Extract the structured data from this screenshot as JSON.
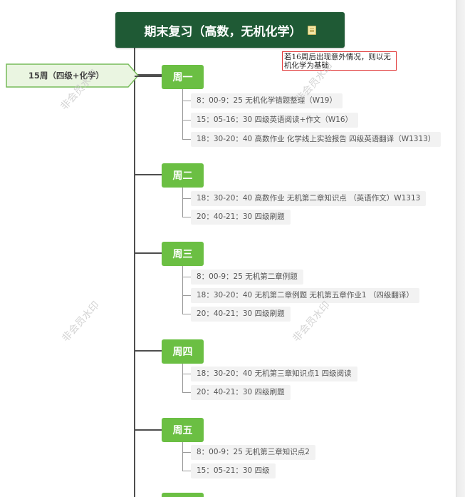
{
  "title": "期末复习（高数，无机化学）",
  "callout": "15周（四级+化学）",
  "annotation": "若16周后出现意外情况，则以无机化学为基础",
  "watermark": "非会员水印",
  "days": [
    {
      "label": "周一",
      "tasks": [
        "8：00-9：25 无机化学错题整理（W19）",
        "15：05-16：30 四级英语阅读+作文（W16）",
        "18：30-20：40 高数作业 化学线上实验报告 四级英语翻译（W1313）"
      ]
    },
    {
      "label": "周二",
      "tasks": [
        "18：30-20：40 高数作业 无机第二章知识点 （英语作文）W1313",
        "20：40-21：30 四级刷题"
      ]
    },
    {
      "label": "周三",
      "tasks": [
        "8：00-9：25 无机第二章例题",
        "18：30-20：40 无机第二章例题 无机第五章作业1 （四级翻译）",
        "20：40-21：30 四级刷题"
      ]
    },
    {
      "label": "周四",
      "tasks": [
        "18：30-20：40 无机第三章知识点1 四级阅读",
        "20：40-21：30 四级刷题"
      ]
    },
    {
      "label": "周五",
      "tasks": [
        "8：00-9：25 无机第三章知识点2",
        "15：05-21：30 四级"
      ]
    }
  ]
}
